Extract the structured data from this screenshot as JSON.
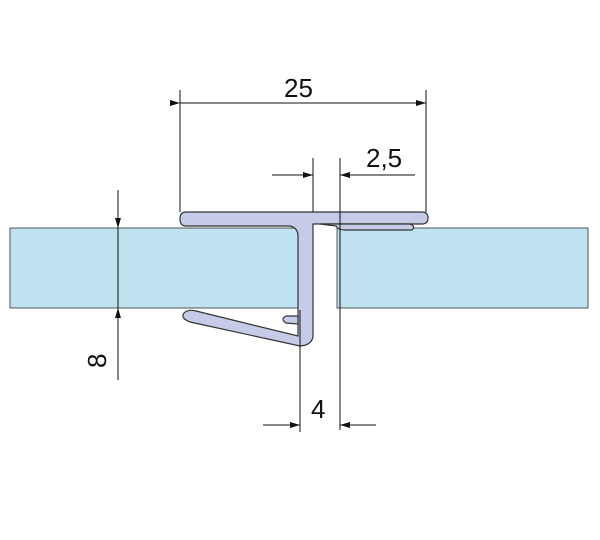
{
  "diagram": {
    "dimensions": {
      "overall_width": "25",
      "gap": "2,5",
      "stem_width": "4",
      "glass_thickness": "8"
    },
    "colors": {
      "glass": "#bfe3f1",
      "profile": "#c6cbe8",
      "outline": "#333333"
    }
  }
}
